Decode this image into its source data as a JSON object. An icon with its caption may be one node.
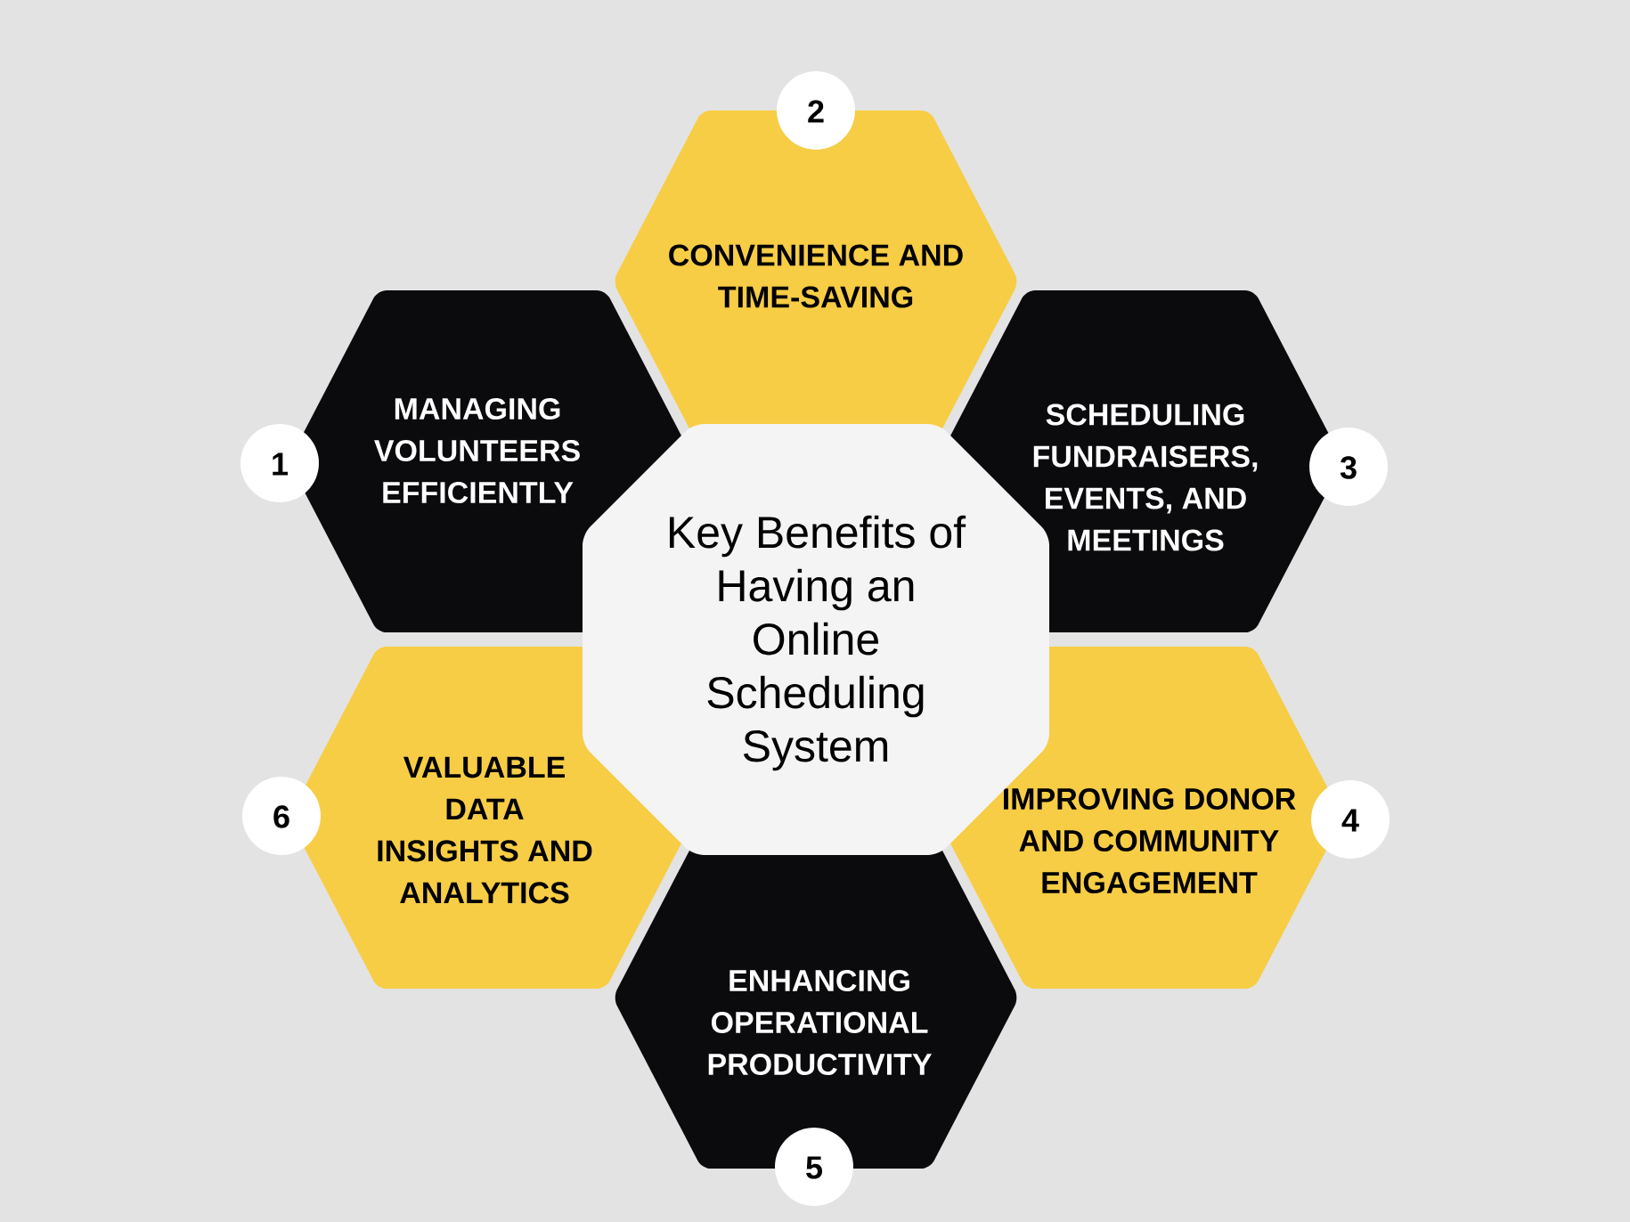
{
  "diagram": {
    "nodes": [
      {
        "text": [
          "Key Benefits of Having an Online Scheduling System"
        ]
      },
      {
        "text": [
          "MANAGING VOLUNTEERS EFFICIENTLY"
        ]
      },
      {
        "text": [
          "1"
        ]
      },
      {
        "text": [
          "CONVENIENCE AND TIME-SAVING"
        ]
      },
      {
        "text": [
          "2"
        ]
      },
      {
        "text": [
          "SCHEDULING FUNDRAISERS, EVENTS, AND MEETINGS"
        ]
      },
      {
        "text": [
          "3"
        ]
      },
      {
        "text": [
          "IMPROVING DONOR AND COMMUNITY ENGAGEMENT"
        ]
      },
      {
        "text": [
          "4"
        ]
      },
      {
        "text": [
          "ENHANCING OPERATIONAL PRODUCTIVITY"
        ]
      },
      {
        "text": [
          "5"
        ]
      },
      {
        "text": [
          "VALUABLE DATA INSIGHTS AND ANALYTICS"
        ]
      },
      {
        "text": [
          "6"
        ]
      }
    ]
  }
}
